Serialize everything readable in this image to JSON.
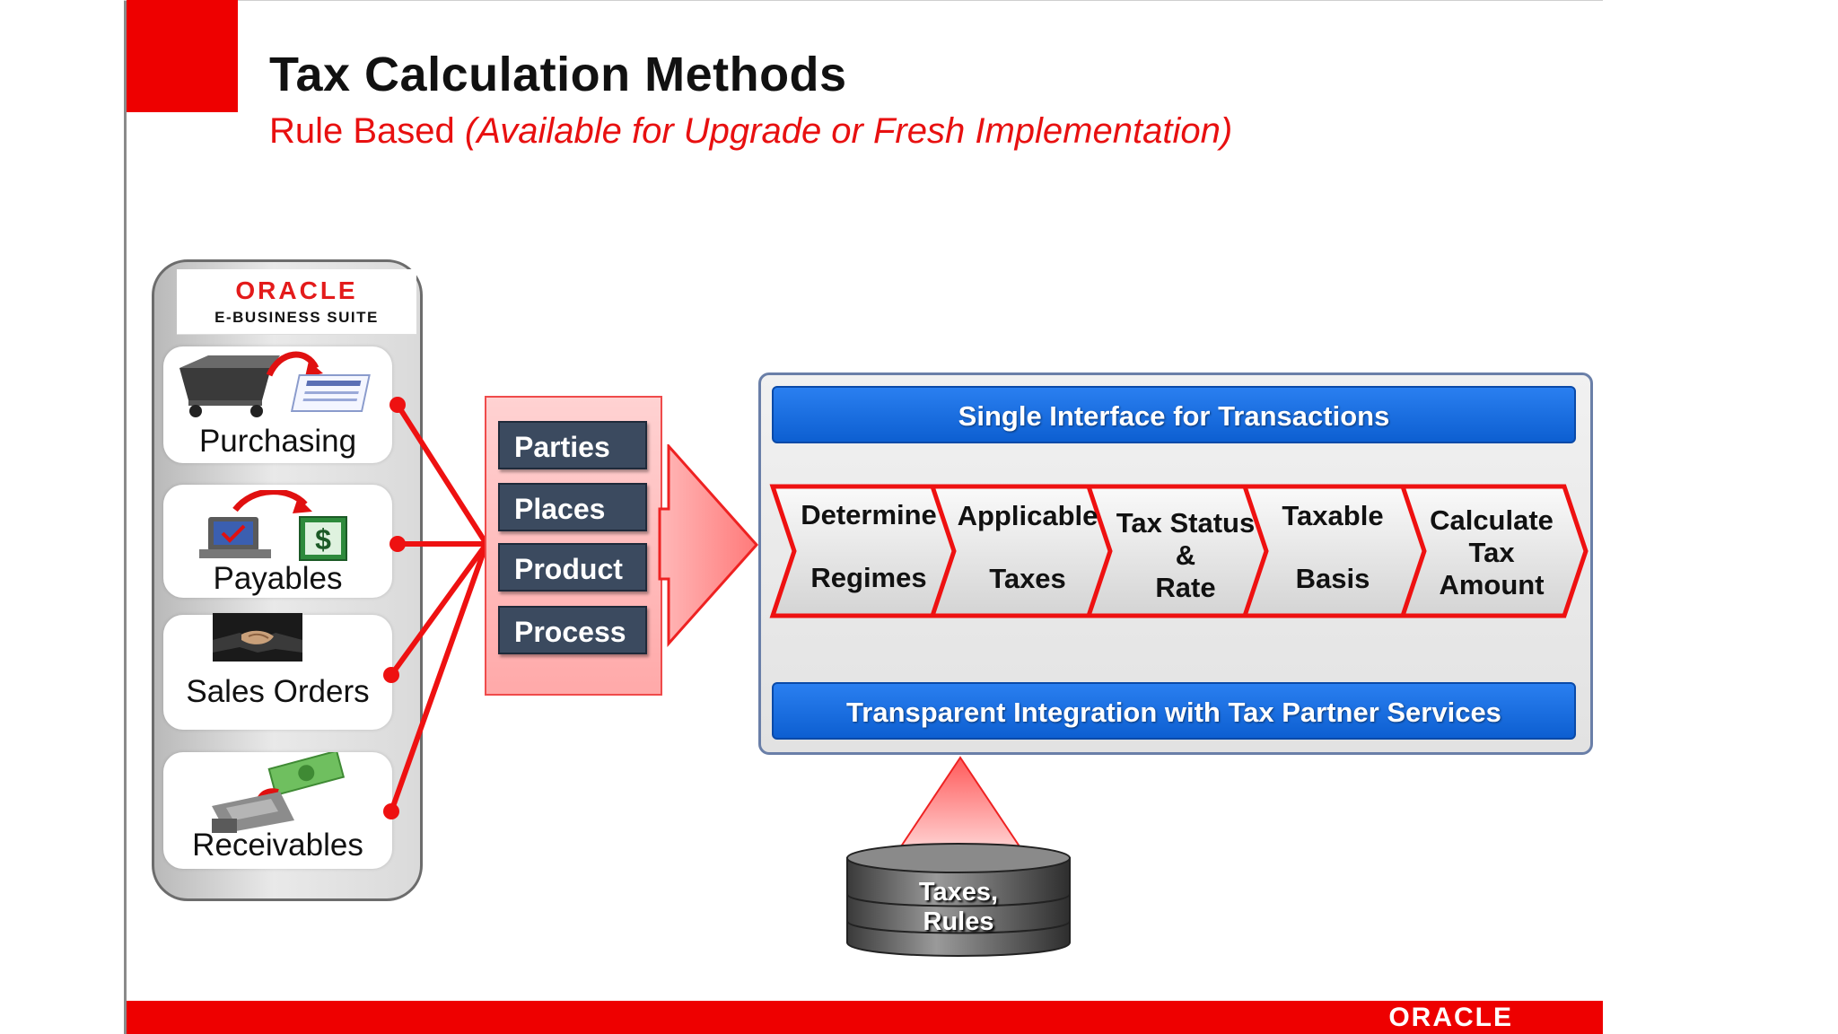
{
  "slide": {
    "title": "Tax Calculation Methods",
    "subtitle_plain": "Rule Based ",
    "subtitle_italic": "(Available for Upgrade or Fresh Implementation)"
  },
  "suite": {
    "brand": "ORACLE",
    "product": "E-BUSINESS SUITE",
    "apps": [
      {
        "label": "Purchasing",
        "icon": "cart-icon"
      },
      {
        "label": "Payables",
        "icon": "computer-dollar-icon"
      },
      {
        "label": "Sales Orders",
        "icon": "handshake-icon"
      },
      {
        "label": "Receivables",
        "icon": "cash-register-icon"
      }
    ]
  },
  "attributes": [
    "Parties",
    "Places",
    "Product",
    "Process"
  ],
  "engine": {
    "top_bar": "Single Interface for Transactions",
    "bottom_bar": "Transparent Integration with Tax Partner Services",
    "steps": [
      {
        "line1": "Determine",
        "line2": "Regimes"
      },
      {
        "line1": "Applicable",
        "line2": "Taxes"
      },
      {
        "line1": "Tax Status",
        "line2": "&",
        "line3": "Rate"
      },
      {
        "line1": "Taxable",
        "line2": "Basis"
      },
      {
        "line1": "Calculate",
        "line2": "Tax",
        "line3": "Amount"
      }
    ]
  },
  "database": {
    "line1": "Taxes,",
    "line2": "Rules"
  },
  "footer": {
    "brand": "ORACLE"
  },
  "colors": {
    "accent": "#ee0000",
    "navy": "#3b4a5f",
    "blue": "#0d5fd1"
  }
}
